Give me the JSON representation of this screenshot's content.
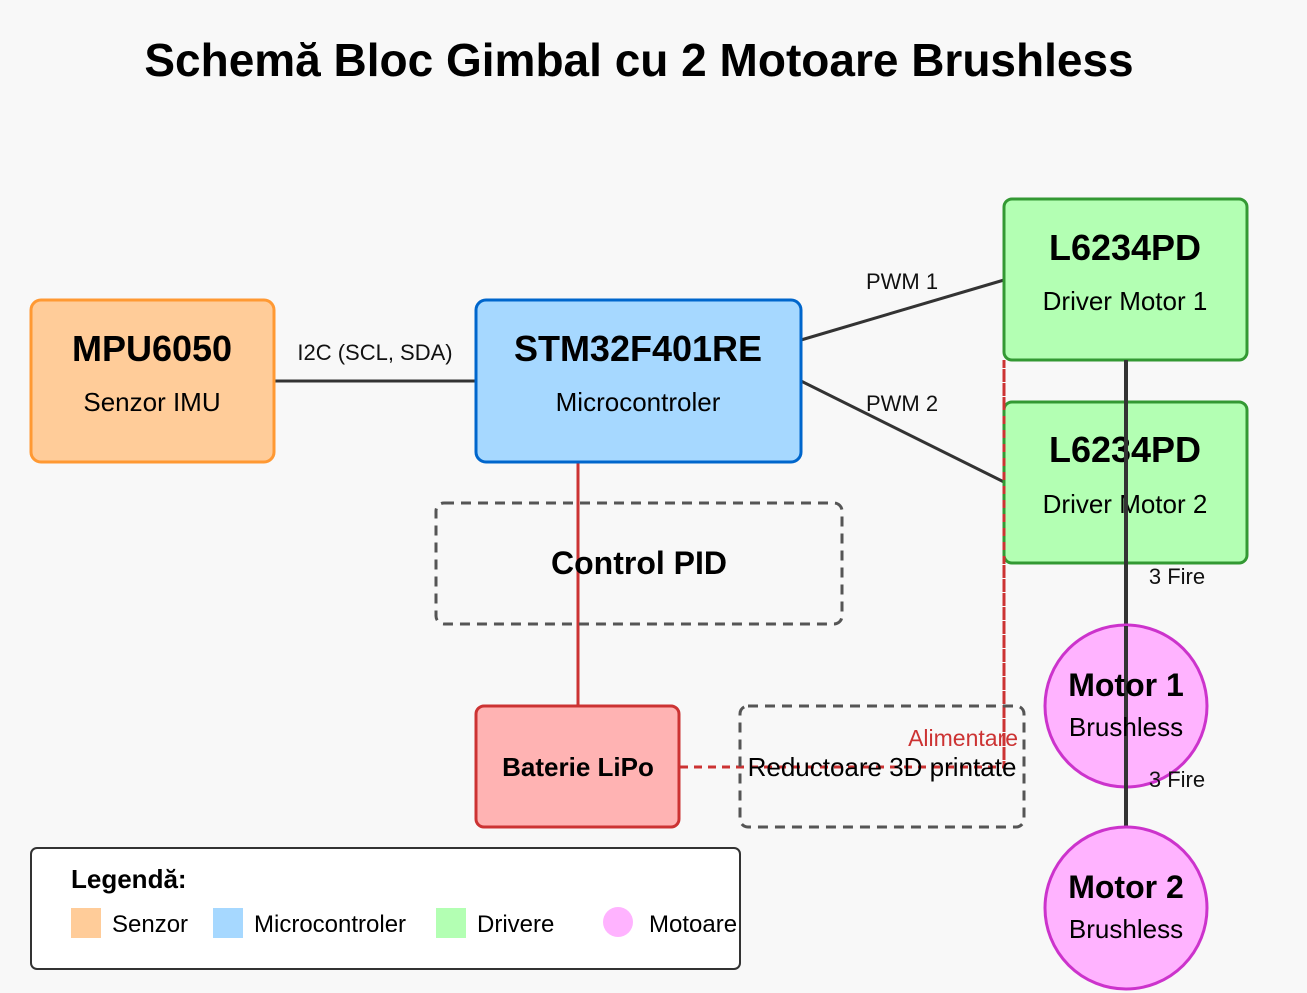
{
  "title": "Schemă Bloc Gimbal cu 2 Motoare Brushless",
  "colors": {
    "background": "#f8f8f8",
    "sensor_fill": "#ffcc99",
    "sensor_stroke": "#ff9933",
    "mcu_fill": "#a6d8ff",
    "mcu_stroke": "#0066cc",
    "driver_fill": "#b3ffb3",
    "driver_stroke": "#339933",
    "motor_fill": "#ffb3ff",
    "motor_stroke": "#cc33cc",
    "battery_fill": "#ffb3b3",
    "battery_stroke": "#cc3333",
    "power_line": "#cc3333",
    "signal_line": "#333333",
    "dashed_box": "#555555"
  },
  "nodes": {
    "sensor": {
      "title": "MPU6050",
      "subtitle": "Senzor IMU"
    },
    "mcu": {
      "title": "STM32F401RE",
      "subtitle": "Microcontroler"
    },
    "driver1": {
      "title": "L6234PD",
      "subtitle": "Driver Motor 1"
    },
    "driver2": {
      "title": "L6234PD",
      "subtitle": "Driver Motor 2"
    },
    "pid": {
      "label": "Control PID"
    },
    "battery": {
      "label": "Baterie LiPo"
    },
    "gears": {
      "label": "Reductoare 3D printate"
    },
    "motor1": {
      "title": "Motor 1",
      "subtitle": "Brushless"
    },
    "motor2": {
      "title": "Motor 2",
      "subtitle": "Brushless"
    }
  },
  "edges": {
    "i2c": "I2C (SCL, SDA)",
    "pwm1": "PWM 1",
    "pwm2": "PWM 2",
    "power": "Alimentare",
    "wires1": "3 Fire",
    "wires2": "3 Fire"
  },
  "legend": {
    "title": "Legendă:",
    "items": [
      {
        "label": "Senzor",
        "shape": "square",
        "color": "#ffcc99"
      },
      {
        "label": "Microcontroler",
        "shape": "square",
        "color": "#a6d8ff"
      },
      {
        "label": "Drivere",
        "shape": "square",
        "color": "#b3ffb3"
      },
      {
        "label": "Motoare",
        "shape": "circle",
        "color": "#ffb3ff"
      }
    ]
  }
}
